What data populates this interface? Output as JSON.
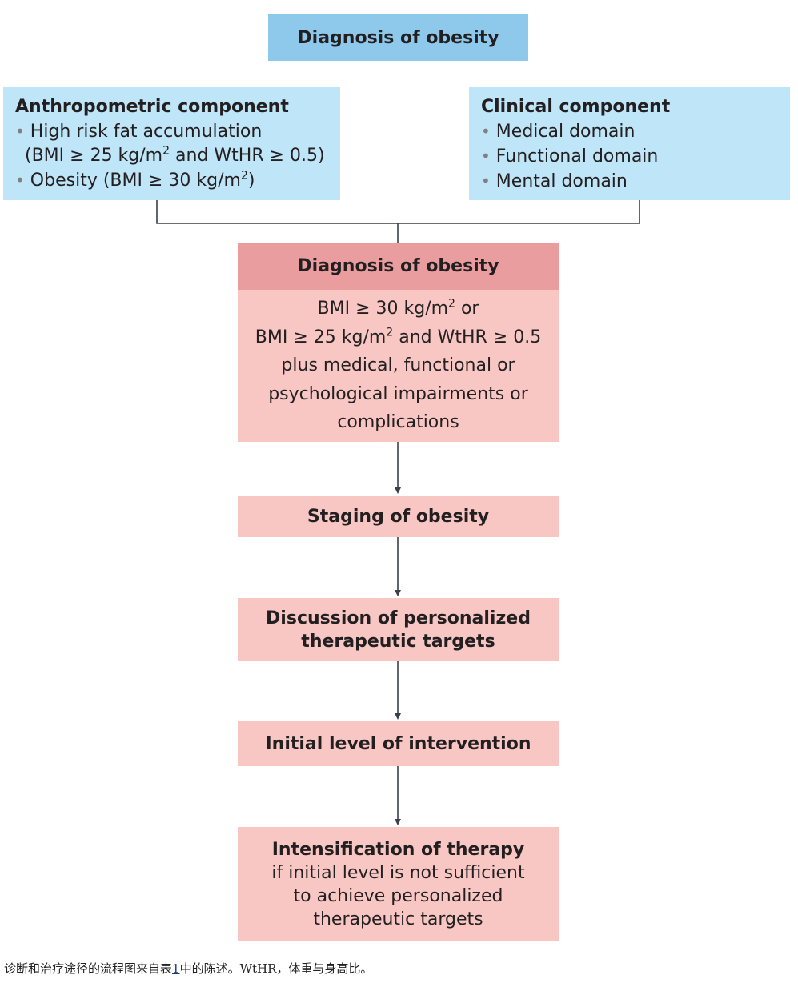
{
  "top_title": "Diagnosis of obesity",
  "anthropometric": {
    "title": "Anthropometric component",
    "item1_line1": "High risk fat accumulation",
    "item1_line2_pre": "(BMI ≥ 25 kg/m",
    "item1_line2_sup": "2",
    "item1_line2_post": " and WtHR ≥ 0.5)",
    "item2_pre": "Obesity (BMI ≥ 30 kg/m",
    "item2_sup": "2",
    "item2_post": ")"
  },
  "clinical": {
    "title": "Clinical component",
    "items": [
      "Medical domain",
      "Functional domain",
      "Mental domain"
    ]
  },
  "diagnosis": {
    "header": "Diagnosis of obesity",
    "line1_pre": "BMI ≥ 30 kg/m",
    "line1_sup": "2",
    "line1_post": " or",
    "line2_pre": "BMI ≥ 25 kg/m",
    "line2_sup": "2",
    "line2_post": " and WtHR ≥ 0.5",
    "line3": "plus medical, functional or",
    "line4": "psychological impairments or",
    "line5": "complications"
  },
  "steps": {
    "staging": "Staging of obesity",
    "discussion_line1": "Discussion of personalized",
    "discussion_line2": "therapeutic targets",
    "initial": "Initial level of intervention",
    "intensification_title": "Intensification of therapy",
    "intensification_line1": "if initial level is not sufficient",
    "intensification_line2": "to achieve personalized",
    "intensification_line3": "therapeutic targets"
  },
  "caption": {
    "text_before": "诊断和治疗途径的流程图来自表",
    "ref": "1",
    "text_after": "中的陈述。WtHR，体重与身高比。"
  },
  "colors": {
    "blue_dark": "#8ec9ec",
    "blue_light": "#bfe5f8",
    "pink_dark": "#e99d9f",
    "pink_light": "#f8c7c4",
    "connector": "#3a3f4a"
  }
}
